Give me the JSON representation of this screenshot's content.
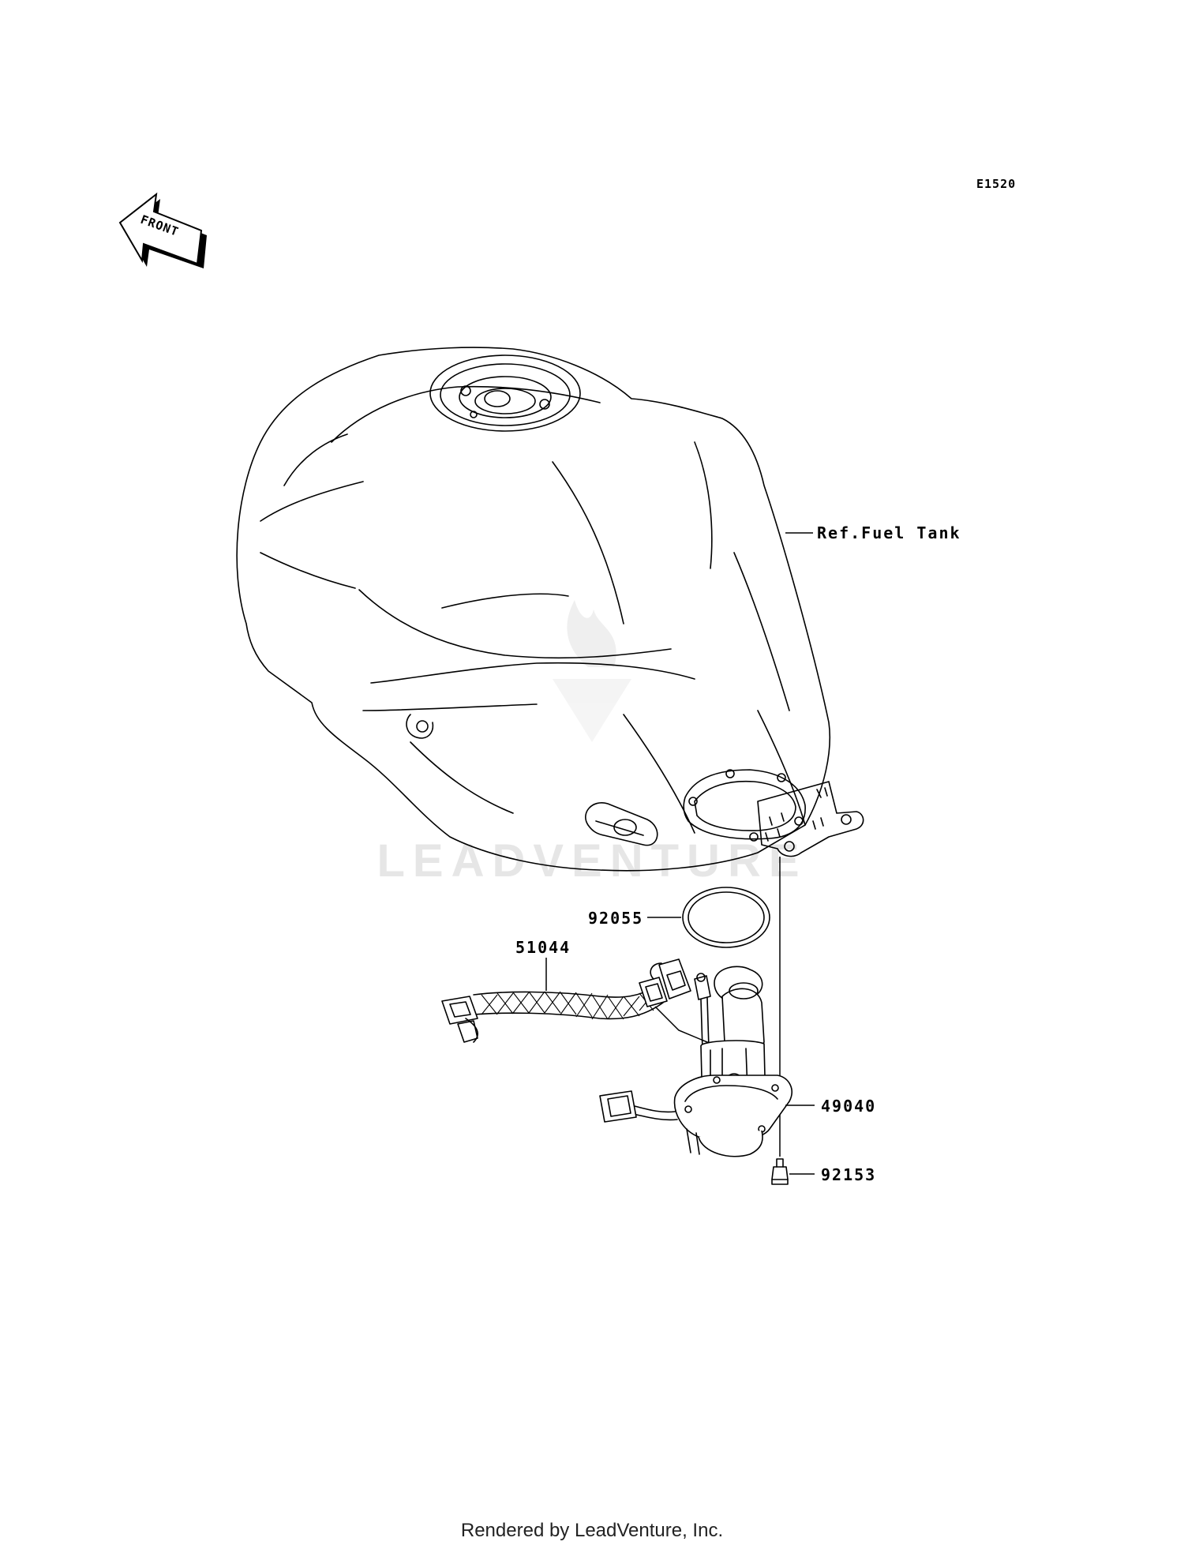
{
  "figure_code": "E1520",
  "front_arrow_label": "FRONT",
  "watermark": "LEADVENTURE",
  "footer": "Rendered by LeadVenture, Inc.",
  "callouts": {
    "fuel_tank_ref": "Ref.Fuel Tank",
    "gasket": "92055",
    "lead_wire": "51044",
    "fuel_pump": "49040",
    "bolt": "92153"
  }
}
